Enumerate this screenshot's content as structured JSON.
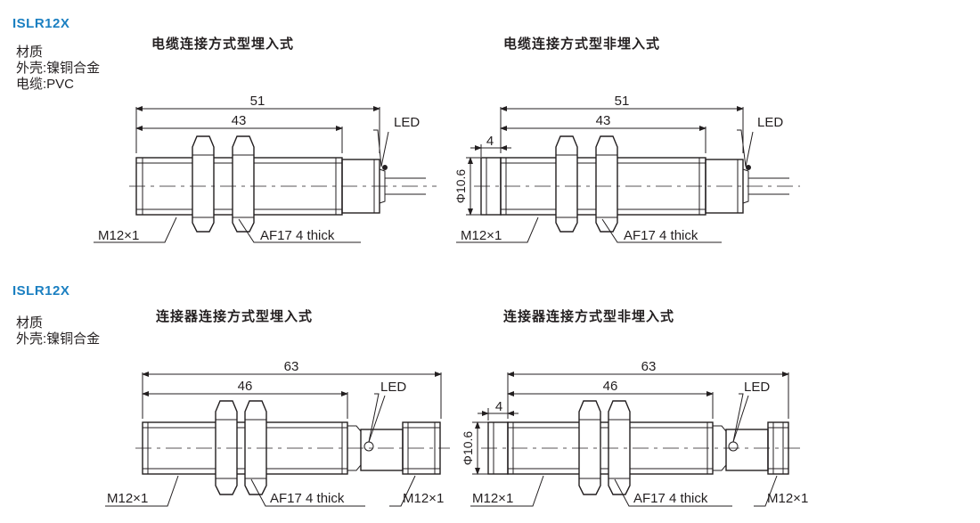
{
  "sections": [
    {
      "model": "ISLR12X",
      "material": [
        "材质",
        "外壳:镍铜合金",
        "电缆:PVC"
      ],
      "drawings": [
        {
          "title": "电缆连接方式型埋入式",
          "dim_total": "51",
          "dim_body": "43",
          "led": "LED",
          "thread": "M12×1",
          "nut": "AF17 4 thick"
        },
        {
          "title": "电缆连接方式型非埋入式",
          "dim_total": "51",
          "dim_body": "43",
          "dim_head": "4",
          "dia": "Φ10.6",
          "led": "LED",
          "thread": "M12×1",
          "nut": "AF17 4 thick"
        }
      ]
    },
    {
      "model": "ISLR12X",
      "material": [
        "材质",
        "外壳:镍铜合金"
      ],
      "drawings": [
        {
          "title": "连接器连接方式型埋入式",
          "dim_total": "63",
          "dim_body": "46",
          "led": "LED",
          "thread": "M12×1",
          "nut": "AF17 4 thick",
          "thread2": "M12×1"
        },
        {
          "title": "连接器连接方式型非埋入式",
          "dim_total": "63",
          "dim_body": "46",
          "dim_head": "4",
          "dia": "Φ10.6",
          "led": "LED",
          "thread": "M12×1",
          "nut": "AF17 4 thick",
          "thread2": "M12×1"
        }
      ]
    }
  ],
  "colors": {
    "model": "#1a7fc1",
    "line": "#231f20",
    "centerline": "#231f20"
  }
}
